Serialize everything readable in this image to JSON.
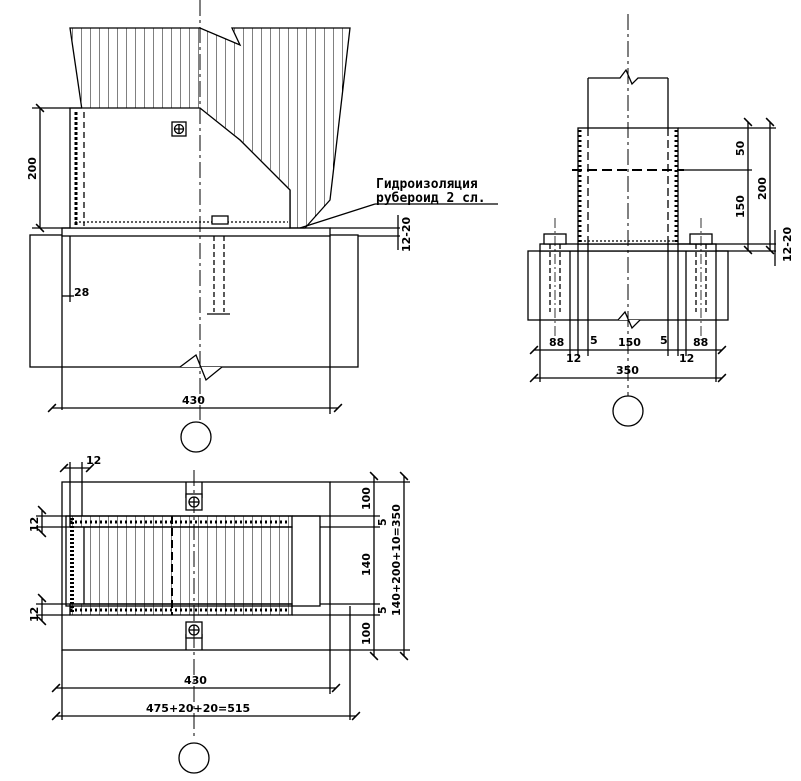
{
  "note": {
    "line1": "Гидроизоляция",
    "line2": "рубероид 2 сл."
  },
  "view_front": {
    "dim_height": "200",
    "dim_gap": "12-20",
    "dim_edge": "28",
    "dim_width": "430"
  },
  "view_side": {
    "dim_top": "50",
    "dim_mid": "150",
    "dim_total": "200",
    "dim_gap": "12-20",
    "dim_left_edge": "88",
    "dim_left_weld": "12",
    "dim_left_gap": "5",
    "dim_center": "150",
    "dim_right_gap": "5",
    "dim_right_weld": "12",
    "dim_right_edge": "88",
    "dim_width": "350"
  },
  "view_plan": {
    "dim_top_weld": "12",
    "dim_left_top": "12",
    "dim_left_bottom": "12",
    "dim_top_edge": "100",
    "dim_top_gap": "5",
    "dim_center": "140",
    "dim_bottom_gap": "5",
    "dim_bottom_edge": "100",
    "dim_sum": "140+200+10=350",
    "dim_inner_width": "430",
    "dim_total_width": "475+20+20=515"
  },
  "colors": {
    "line": "#000000",
    "paper": "#ffffff"
  }
}
